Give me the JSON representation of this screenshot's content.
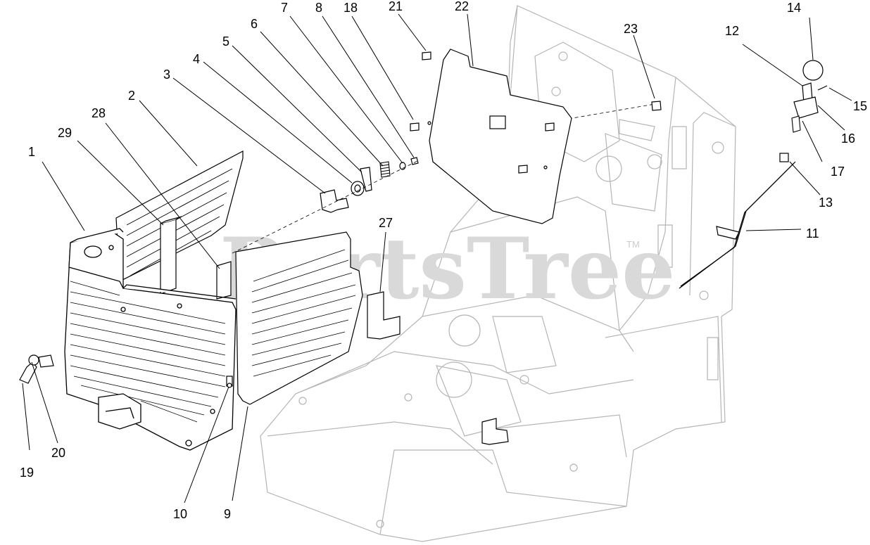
{
  "watermark": {
    "text": "PartsTree",
    "trademark": "TM"
  },
  "callouts": [
    {
      "id": "1",
      "text": "1"
    },
    {
      "id": "2",
      "text": "2"
    },
    {
      "id": "3",
      "text": "3"
    },
    {
      "id": "4",
      "text": "4"
    },
    {
      "id": "5",
      "text": "5"
    },
    {
      "id": "6",
      "text": "6"
    },
    {
      "id": "7",
      "text": "7"
    },
    {
      "id": "8",
      "text": "8"
    },
    {
      "id": "9",
      "text": "9"
    },
    {
      "id": "10",
      "text": "10"
    },
    {
      "id": "11",
      "text": "11"
    },
    {
      "id": "12",
      "text": "12"
    },
    {
      "id": "13",
      "text": "13"
    },
    {
      "id": "14",
      "text": "14"
    },
    {
      "id": "15",
      "text": "15"
    },
    {
      "id": "16",
      "text": "16"
    },
    {
      "id": "17",
      "text": "17"
    },
    {
      "id": "18",
      "text": "18"
    },
    {
      "id": "19",
      "text": "19"
    },
    {
      "id": "20",
      "text": "20"
    },
    {
      "id": "21",
      "text": "21"
    },
    {
      "id": "22",
      "text": "22"
    },
    {
      "id": "23",
      "text": "23"
    },
    {
      "id": "27",
      "text": "27"
    },
    {
      "id": "28",
      "text": "28"
    },
    {
      "id": "29",
      "text": "29"
    }
  ]
}
